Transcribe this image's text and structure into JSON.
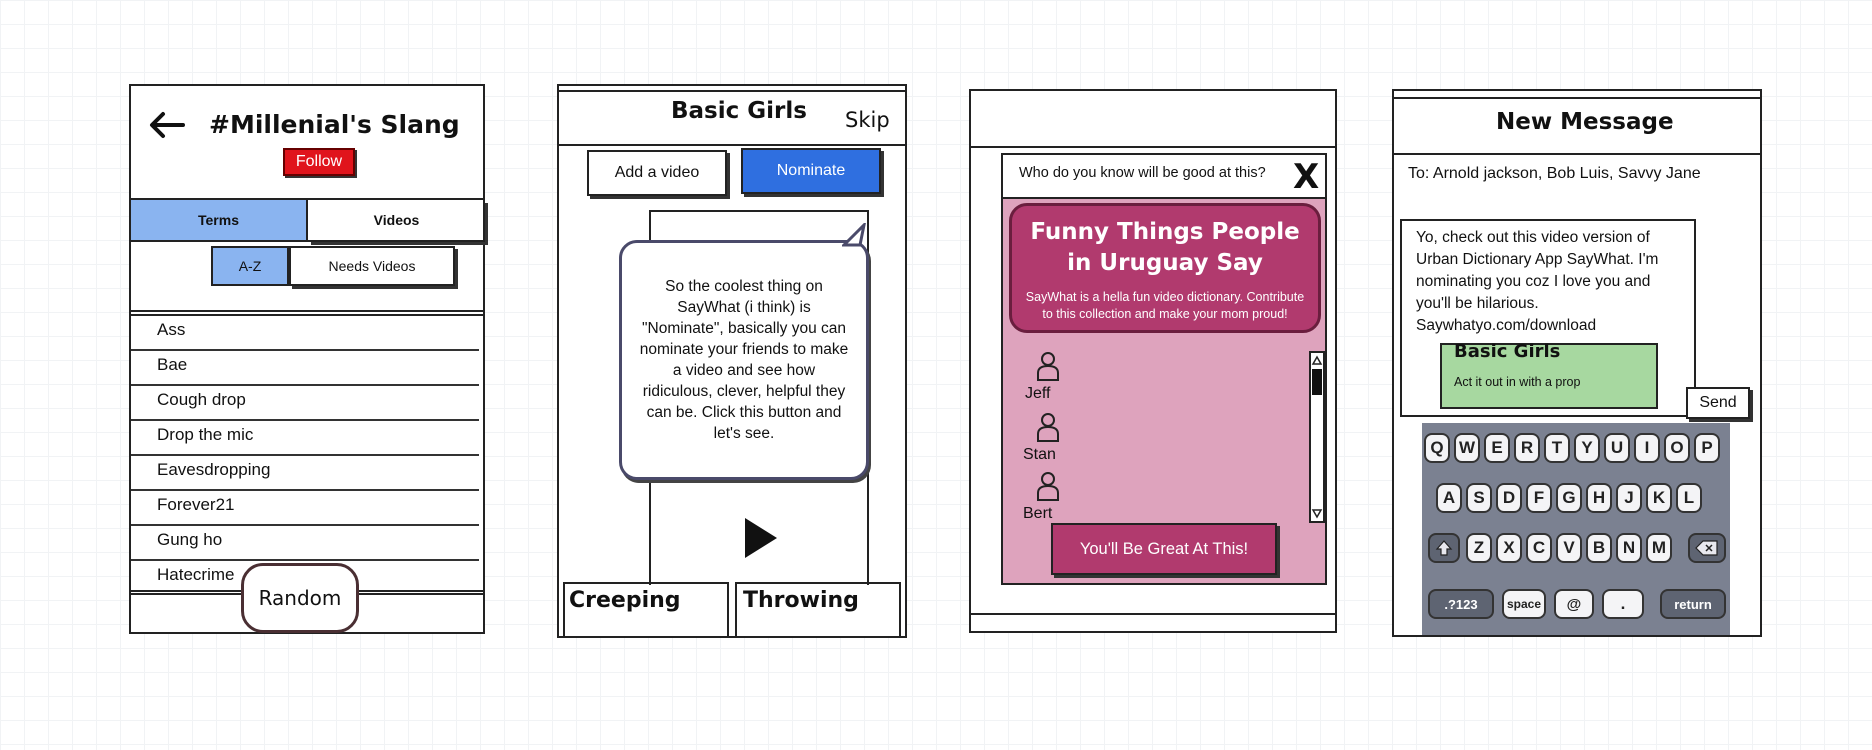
{
  "screen1": {
    "title": "#Millenial's Slang",
    "follow_label": "Follow",
    "tabs": [
      "Terms",
      "Videos"
    ],
    "subtabs": [
      "A-Z",
      "Needs Videos"
    ],
    "terms": [
      "Ass",
      "Bae",
      "Cough drop",
      "Drop the mic",
      "Eavesdropping",
      "Forever21",
      "Gung ho",
      "Hatecrime"
    ],
    "random_label": "Random"
  },
  "screen2": {
    "title": "Basic Girls",
    "skip_label": "Skip",
    "add_video_label": "Add a video",
    "nominate_label": "Nominate",
    "tooltip": "So the coolest thing on SayWhat (i think) is \"Nominate\", basically you can nominate your friends to make a video and see how ridiculous, clever, helpful they can be. Click this button and let's see.",
    "bottom_tabs": [
      "Creeping",
      "Throwing"
    ]
  },
  "screen3": {
    "question": "Who do you know will be good at this?",
    "close_label": "X",
    "card_title": "Funny Things People in Uruguay Say",
    "card_text": "SayWhat is a hella fun video dictionary. Contribute to this collection and make your mom proud!",
    "contacts": [
      "Jeff",
      "Stan",
      "Bert"
    ],
    "cta_label": "You'll Be Great At This!"
  },
  "screen4": {
    "title": "New Message",
    "to_line": "To: Arnold jackson, Bob Luis, Savvy Jane",
    "message_lines": [
      "Yo, check out this video version of",
      "Urban Dictionary App SayWhat. I'm",
      "nominating you coz I love you and",
      "you'll be hilarious.",
      "Saywhatyo.com/download"
    ],
    "attachment_title": "Basic Girls",
    "attachment_subtitle": "Act it out in with a prop",
    "send_label": "Send",
    "keyboard": {
      "row1": [
        "Q",
        "W",
        "E",
        "R",
        "T",
        "Y",
        "U",
        "I",
        "O",
        "P"
      ],
      "row2": [
        "A",
        "S",
        "D",
        "F",
        "G",
        "H",
        "J",
        "K",
        "L"
      ],
      "row3": [
        "Z",
        "X",
        "C",
        "V",
        "B",
        "N",
        "M"
      ],
      "numbers_label": ".?123",
      "space_label": "space",
      "at_label": "@",
      "dot_label": ".",
      "return_label": "return"
    }
  },
  "colors": {
    "follow_red": "#e0141c",
    "tab_blue": "#8ab4f0",
    "nominate_blue": "#2f6fe0",
    "magenta": "#b13a6e",
    "pink_bg": "#dea3bd",
    "green": "#a7d8a0",
    "keyboard_bg": "#7b8191"
  }
}
